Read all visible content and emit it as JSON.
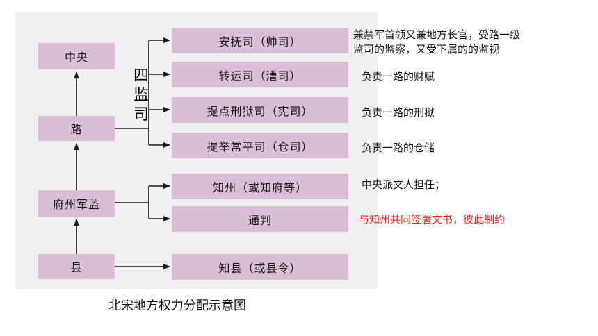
{
  "levels": {
    "center": "中央",
    "lu": "路",
    "fuzhou": "府州军监",
    "xian": "县"
  },
  "sijian_label": "四监司",
  "offices": {
    "anfu": "安抚司（帅司）",
    "zhuanyun": "转运司（漕司）",
    "tidian": "提点刑狱司（宪司）",
    "tiju": "提举常平司（仓司）",
    "zhizhou": "知州（或知府等）",
    "tongpan": "通判",
    "zhixian": "知县（或县令）"
  },
  "notes": {
    "anfu_line1": "兼禁军首领又兼地方长官，受路一级",
    "anfu_line2": "监司的监察，又受下属的的监视",
    "zhuanyun": "负责一路的财赋",
    "tidian": "负责一路的刑狱",
    "tiju": "负责一路的仓储",
    "zhizhou": "中央派文人担任；",
    "tongpan": "与知州共同签署文书，彼此制约"
  },
  "caption": "北宋地方权力分配示意图",
  "colors": {
    "box_fill": "#d9bfd6",
    "panel_bg": "#f1eff1",
    "highlight_text": "#e8231f"
  }
}
